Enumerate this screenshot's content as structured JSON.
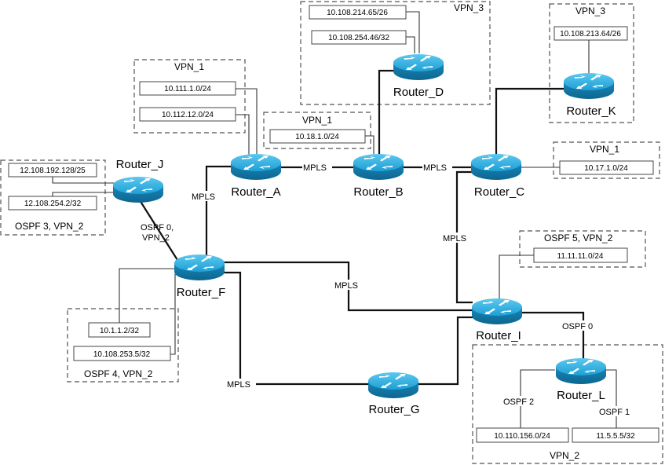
{
  "diagram": {
    "routers": {
      "A": {
        "label": "Router_A"
      },
      "B": {
        "label": "Router_B"
      },
      "C": {
        "label": "Router_C"
      },
      "D": {
        "label": "Router_D"
      },
      "F": {
        "label": "Router_F"
      },
      "G": {
        "label": "Router_G"
      },
      "I": {
        "label": "Router_I"
      },
      "J": {
        "label": "Router_J"
      },
      "K": {
        "label": "Router_K"
      },
      "L": {
        "label": "Router_L"
      }
    },
    "groups": {
      "vpn3_d": {
        "label": "VPN_3",
        "networks": [
          "10.108.214.65/26",
          "10.108.254.46/32"
        ]
      },
      "vpn3_k": {
        "label": "VPN_3",
        "networks": [
          "10.108.213.64/26"
        ]
      },
      "vpn1_a": {
        "label": "VPN_1",
        "networks": [
          "10.111.1.0/24",
          "10.112.12.0/24"
        ]
      },
      "vpn1_b": {
        "label": "VPN_1",
        "networks": [
          "10.18.1.0/24"
        ]
      },
      "vpn1_c": {
        "label": "VPN_1",
        "networks": [
          "10.17.1.0/24"
        ]
      },
      "ospf3_j": {
        "label": "OSPF 3, VPN_2",
        "networks": [
          "12.108.192.128/25",
          "12.108.254.2/32"
        ]
      },
      "ospf4_f": {
        "label": "OSPF 4, VPN_2",
        "networks": [
          "10.1.1.2/32",
          "10.108.253.5/32"
        ]
      },
      "ospf5_i": {
        "label": "OSPF 5, VPN_2",
        "networks": [
          "11.11.11.0/24"
        ]
      },
      "vpn2_l": {
        "label": "VPN_2",
        "networks": [
          "10.110.156.0/24",
          "11.5.5.5/32"
        ]
      }
    },
    "links": {
      "a_b": "MPLS",
      "b_c": "MPLS",
      "a_f": "MPLS",
      "c_i": "MPLS",
      "f_i": "MPLS",
      "f_g": "MPLS",
      "j_f_line1": "OSPF 0,",
      "j_f_line2": "VPN_2",
      "i_l": "OSPF 0",
      "l_net1": "OSPF 2",
      "l_net2": "OSPF 1"
    },
    "colors": {
      "router_top": "#2aa7d8",
      "router_side": "#1478a3",
      "router_arrows": "#ffffff"
    }
  }
}
